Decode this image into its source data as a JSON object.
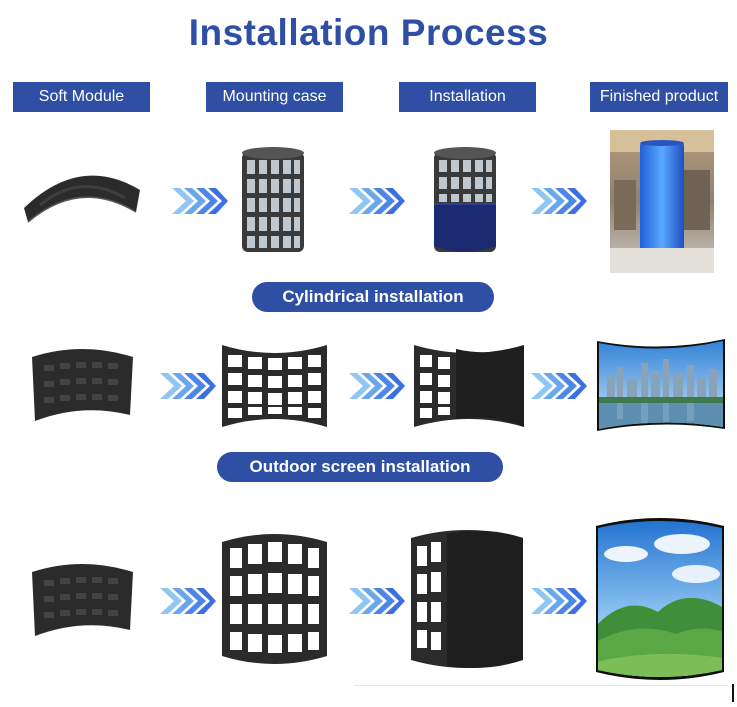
{
  "page": {
    "title": "Installation Process"
  },
  "columns": [
    {
      "label": "Soft Module"
    },
    {
      "label": "Mounting case"
    },
    {
      "label": "Installation"
    },
    {
      "label": "Finished product"
    }
  ],
  "sections": [
    {
      "label": "Cylindrical installation"
    },
    {
      "label": "Outdoor screen installation"
    }
  ],
  "colors": {
    "brand_blue": "#2E4FA3",
    "arrow_light": "#8FC6F2",
    "arrow_dark": "#3C6FE0",
    "module_dark": "#2b2b2b"
  },
  "icons": [
    "double-chevron-arrow-icon"
  ]
}
